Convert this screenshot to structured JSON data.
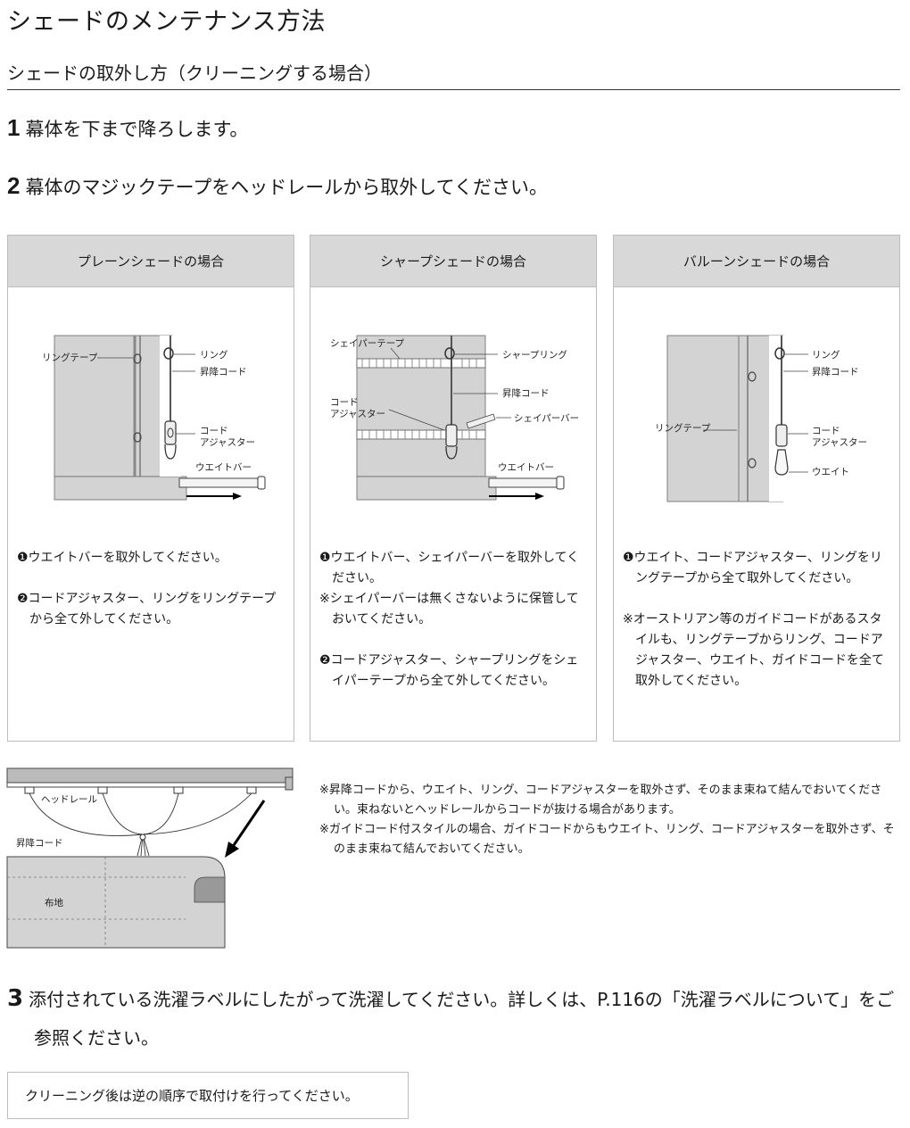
{
  "page": {
    "title": "シェードのメンテナンス方法",
    "subtitle": "シェードの取外し方（クリーニングする場合）"
  },
  "steps": [
    {
      "num": "1",
      "text": "幕体を下まで降ろします。"
    },
    {
      "num": "2",
      "text": "幕体のマジックテープをヘッドレールから取外してください。"
    },
    {
      "num": "3",
      "text": "添付されている洗濯ラベルにしたがって洗濯してください。詳しくは、P.116の「洗濯ラベルについて」をご参照ください。"
    }
  ],
  "panels": [
    {
      "header": "プレーンシェードの場合",
      "labels": {
        "ring_tape": "リングテープ",
        "ring": "リング",
        "cord": "昇降コード",
        "adjuster_1": "コード",
        "adjuster_2": "アジャスター",
        "weight_bar": "ウエイトバー"
      },
      "instructions": [
        "❶ウエイトバーを取外してください。",
        "❷コードアジャスター、リングをリングテープから全て外してください。"
      ]
    },
    {
      "header": "シャープシェードの場合",
      "labels": {
        "shaper_tape": "シェイパーテープ",
        "sharp_ring": "シャープリング",
        "cord": "昇降コード",
        "adjuster_1": "コード",
        "adjuster_2": "アジャスター",
        "shaper_bar": "シェイパーバー",
        "weight_bar": "ウエイトバー"
      },
      "instructions": [
        "❶ウエイトバー、シェイパーバーを取外してください。",
        "※シェイパーバーは無くさないように保管しておいてください。",
        "❷コードアジャスター、シャープリングをシェイパーテープから全て外してください。"
      ]
    },
    {
      "header": "バルーンシェードの場合",
      "labels": {
        "ring": "リング",
        "cord": "昇降コード",
        "ring_tape": "リングテープ",
        "adjuster_1": "コード",
        "adjuster_2": "アジャスター",
        "weight": "ウエイト"
      },
      "instructions": [
        "❶ウエイト、コードアジャスター、リングをリングテープから全て取外してください。",
        "※オーストリアン等のガイドコードがあるスタイルも、リングテープからリング、コードアジャスター、ウエイト、ガイドコードを全て取外してください。"
      ]
    }
  ],
  "bottom_figure": {
    "head_rail": "ヘッドレール",
    "cord": "昇降コード",
    "fabric": "布地"
  },
  "notes": [
    "※昇降コードから、ウエイト、リング、コードアジャスターを取外さず、そのまま束ねて結んでおいてください。束ねないとヘッドレールからコードが抜ける場合があります。",
    "※ガイドコード付スタイルの場合、ガイドコードからもウエイト、リング、コードアジャスターを取外さず、そのまま束ねて結んでおいてください。"
  ],
  "after_note": "クリーニング後は逆の順序で取付けを行ってください。",
  "colors": {
    "panel_header_bg": "#d8d8d8",
    "fabric": "#d3d3d3",
    "border": "#bcbcbc"
  }
}
